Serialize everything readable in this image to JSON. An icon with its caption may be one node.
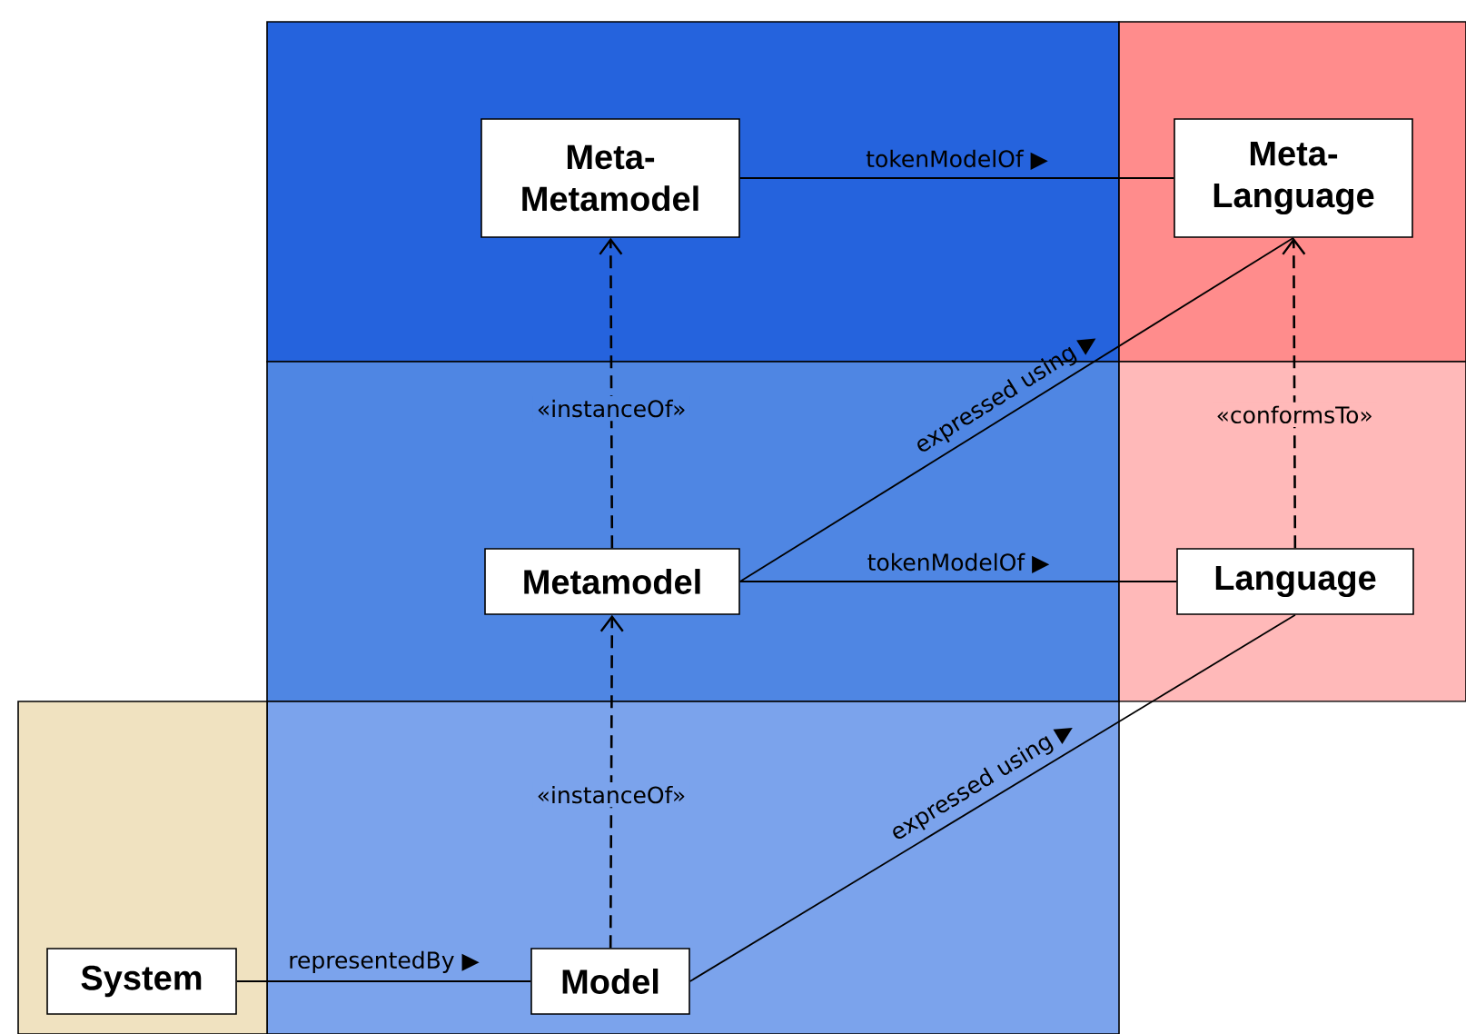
{
  "diagram": {
    "nodes": [
      {
        "text": [
          "Meta- Metamodel"
        ]
      },
      {
        "text": [
          "Meta- Language"
        ]
      },
      {
        "text": [
          "Metamodel"
        ]
      },
      {
        "text": [
          "Language"
        ]
      },
      {
        "text": [
          "System"
        ]
      },
      {
        "text": [
          "Model"
        ]
      }
    ],
    "edges": [
      {
        "from": 0,
        "to": 1,
        "arrow": "none",
        "label": "tokenModelOf ▶"
      },
      {
        "from": 2,
        "to": 0,
        "arrow": "to",
        "style": "dashed",
        "label": "«instanceOf»"
      },
      {
        "from": 2,
        "to": 1,
        "arrow": "none",
        "label": "expressed using ▶"
      },
      {
        "from": 2,
        "to": 3,
        "arrow": "none",
        "label": "tokenModelOf ▶"
      },
      {
        "from": 3,
        "to": 1,
        "arrow": "to",
        "style": "dashed",
        "label": "«conformsTo»"
      },
      {
        "from": 5,
        "to": 2,
        "arrow": "to",
        "style": "dashed",
        "label": "«instanceOf»"
      },
      {
        "from": 5,
        "to": 3,
        "arrow": "none",
        "label": "expressed using ▶"
      },
      {
        "from": 4,
        "to": 5,
        "arrow": "none",
        "label": "representedBy ▶"
      }
    ]
  }
}
